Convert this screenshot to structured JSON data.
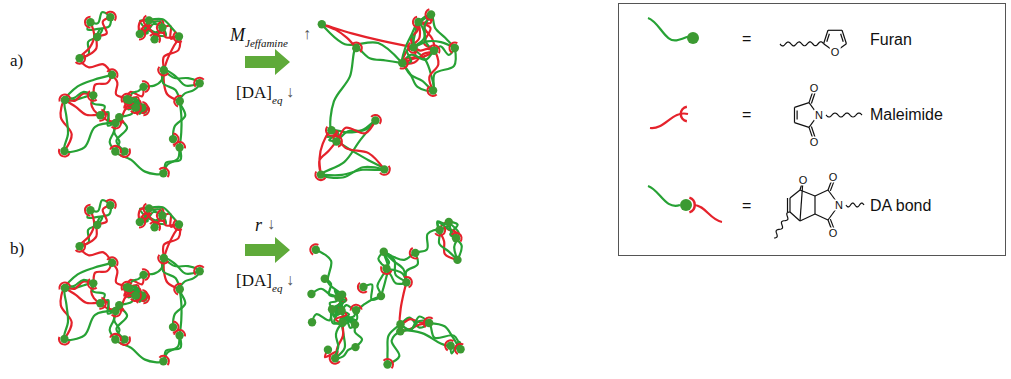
{
  "diagram": {
    "labels": [
      "a)",
      "M",
      "Jeffamine",
      "↑",
      "[DA]",
      "eq",
      "↓",
      "b)",
      "r",
      "↓",
      "[DA]",
      "eq",
      "↓",
      "=",
      "=",
      "=",
      "O",
      "O",
      "N",
      "O",
      "O",
      "O",
      "N",
      "O"
    ],
    "legend": [
      {
        "text": "Furan"
      },
      {
        "text": "Maleimide"
      },
      {
        "text": "DA bond"
      }
    ]
  }
}
